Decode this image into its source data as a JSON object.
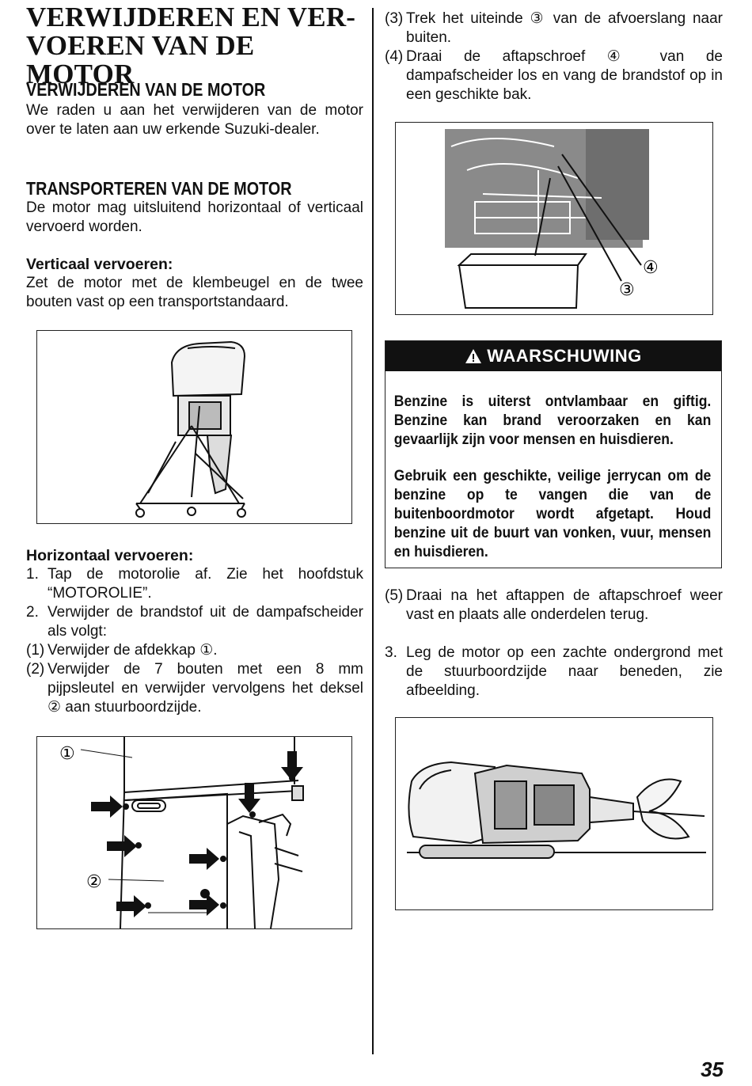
{
  "page": {
    "title_line1": "VERWIJDEREN EN VER-",
    "title_line2": "VOEREN VAN DE MOTOR",
    "page_number": "35"
  },
  "left": {
    "section1": {
      "heading": "VERWIJDEREN VAN DE MOTOR",
      "text": "We raden u aan het verwijderen van de motor over te laten aan uw erkende Suzuki-dealer."
    },
    "section2": {
      "heading": "TRANSPORTEREN VAN DE MOTOR",
      "text": "De motor mag uitsluitend horizontaal of verticaal vervoerd worden."
    },
    "vertical": {
      "heading": "Verticaal vervoeren:",
      "text": "Zet de motor met de klembeugel en de twee bouten vast op een transportstandaard."
    },
    "horizontal": {
      "heading": "Horizontaal vervoeren:",
      "steps": [
        {
          "num": "1.",
          "text": "Tap de motorolie af. Zie het hoofdstuk “MOTOROLIE”."
        },
        {
          "num": "2.",
          "text": "Verwijder de brandstof uit de dampafscheider als volgt:"
        },
        {
          "num": "(1)",
          "text": "Verwijder de afdekkap ①."
        },
        {
          "num": "(2)",
          "text": "Verwijder de 7 bouten met een 8 mm pijpsleutel en verwijder vervolgens het deksel ② aan stuurboordzijde."
        }
      ]
    },
    "figure2": {
      "callout1": "①",
      "callout2": "②"
    }
  },
  "right": {
    "steps_top": [
      {
        "num": "(3)",
        "text": "Trek het uiteinde ③ van de afvoerslang naar buiten."
      },
      {
        "num": "(4)",
        "text": "Draai de aftapschroef ④ van de dampafscheider los en vang de brandstof op in een geschikte bak."
      }
    ],
    "figure3": {
      "callout4": "④",
      "callout3": "③"
    },
    "warning": {
      "icon": "warning-triangle-icon",
      "title": "WAARSCHUWING",
      "paragraph1": "Benzine is uiterst ontvlambaar en giftig. Benzine kan brand veroorzaken en kan gevaarlijk zijn voor mensen en huisdieren.",
      "paragraph2": "Gebruik een geschikte, veilige jerrycan om de benzine op te vangen die van de buitenboordmotor wordt afgetapt. Houd benzine uit de buurt van vonken, vuur, mensen en huisdieren."
    },
    "steps_bottom": [
      {
        "num": "(5)",
        "text": "Draai na het aftappen de aftapschroef weer vast en plaats alle onderdelen terug."
      }
    ],
    "steps_final": [
      {
        "num": "3.",
        "text": "Leg de motor op een zachte ondergrond met de stuurboordzijde naar beneden, zie afbeelding."
      }
    ]
  }
}
